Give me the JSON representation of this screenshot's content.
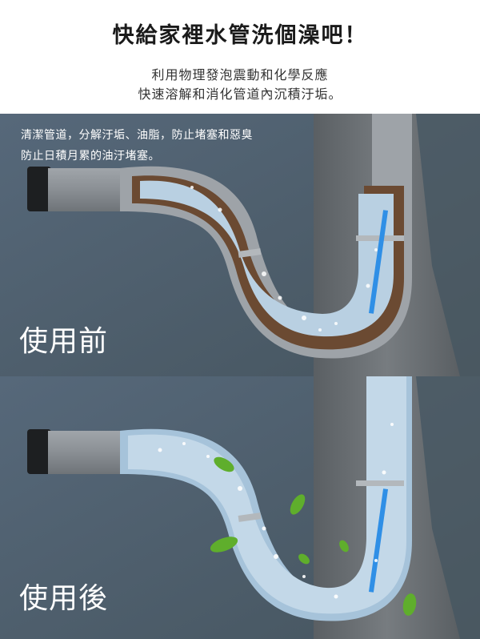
{
  "header": {
    "title": "快給家裡水管洗個澡吧！",
    "subtitle_line1": "利用物理發泡震動和化學反應",
    "subtitle_line2": "快速溶解和消化管道內沉積汙垢。"
  },
  "before_panel": {
    "desc_line1": "清潔管道，分解汙垢、油脂，防止堵塞和惡臭",
    "desc_line2": "防止日積月累的油汙堵塞。",
    "label": "使用前"
  },
  "after_panel": {
    "label": "使用後"
  },
  "colors": {
    "wall": "#53646f",
    "pipe_gray": "#8c9196",
    "water": "#b9d0e2",
    "dirt": "#6b4a32",
    "stick": "#2f8fe6",
    "leaf": "#5fae2c"
  }
}
